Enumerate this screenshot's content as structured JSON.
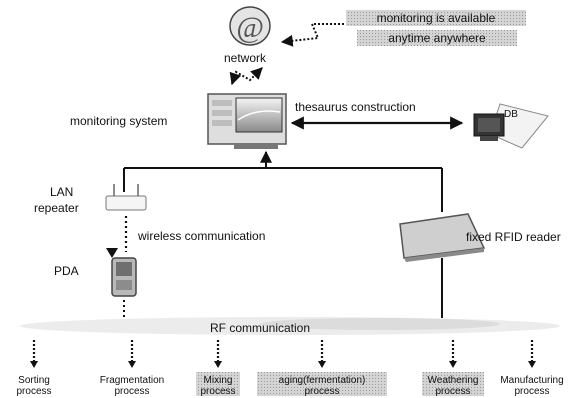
{
  "network": {
    "label": "network",
    "icon": "at-sign-globe-icon"
  },
  "banner": {
    "line1": "monitoring is available",
    "line2": "anytime anywhere"
  },
  "monitoring": {
    "label": "monitoring system",
    "icon": "desktop-computer-icon"
  },
  "thesaurus": {
    "label": "thesaurus construction"
  },
  "db": {
    "label": "DB",
    "icon": "database-monitor-icon"
  },
  "lan": {
    "line1": "LAN",
    "line2": "repeater",
    "icon": "wireless-router-icon"
  },
  "wireless": {
    "label": "wireless communication"
  },
  "pda": {
    "label": "PDA",
    "icon": "pda-device-icon"
  },
  "rfid": {
    "label": "fixed RFID reader",
    "icon": "rfid-reader-icon"
  },
  "rf": {
    "label": "RF communication"
  },
  "processes": [
    {
      "line1": "Sorting",
      "line2": "process",
      "shaded": false
    },
    {
      "line1": "Fragmentation",
      "line2": "process",
      "shaded": false
    },
    {
      "line1": "Mixing",
      "line2": "process",
      "shaded": true
    },
    {
      "line1": "aging(fermentation)",
      "line2": "process",
      "shaded": true
    },
    {
      "line1": "Weathering",
      "line2": "process",
      "shaded": true
    },
    {
      "line1": "Manufacturing",
      "line2": "process",
      "shaded": false
    }
  ],
  "colors": {
    "line": "#111111",
    "shade": "#c8c8c8",
    "light": "#e6e6e6"
  }
}
